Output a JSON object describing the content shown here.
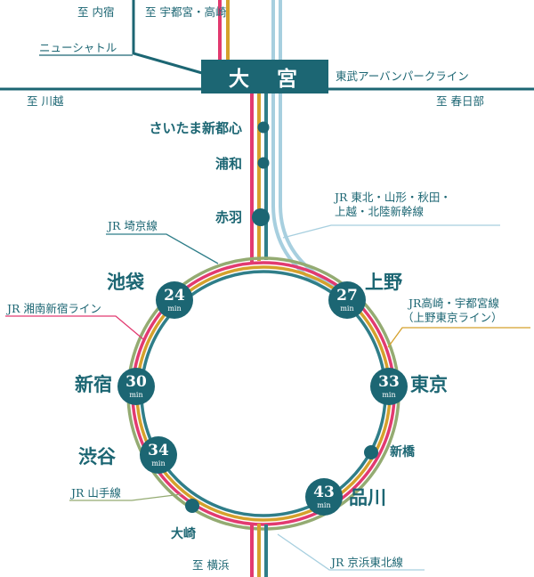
{
  "colors": {
    "teal": "#1c6673",
    "teal_line": "#2f7e89",
    "pink": "#e23a70",
    "gold": "#d5a12c",
    "green": "#94ab72",
    "light_blue": "#a7cfdf",
    "background": "#ffffff"
  },
  "header": {
    "to_uchijuku": "至 内宿",
    "to_utsunomiya_takasaki": "至 宇都宮・高崎",
    "new_shuttle": "ニューシャトル",
    "station_omiya": "大　宮",
    "tobu_urban_park_line": "東武アーバンパークライン",
    "to_kawagoe": "至 川越",
    "to_kasukabe": "至 春日部"
  },
  "trunk_stations": [
    {
      "name": "さいたま新都心"
    },
    {
      "name": "浦和"
    },
    {
      "name": "赤羽"
    }
  ],
  "line_labels": {
    "shinkansen_line1": "JR 東北・山形・秋田・",
    "shinkansen_line2": "上越・北陸新幹線",
    "saikyo": "JR 埼京線",
    "shonan_shinjuku": "JR 湘南新宿ライン",
    "takasaki_utsunomiya_line1": "JR高崎・宇都宮線",
    "takasaki_utsunomiya_line2": "（上野東京ライン）",
    "yamanote": "JR 山手線",
    "keihin_tohoku": "JR 京浜東北線"
  },
  "loop_stations": [
    {
      "name": "池袋",
      "minutes": "24",
      "unit": "min"
    },
    {
      "name": "上野",
      "minutes": "27",
      "unit": "min"
    },
    {
      "name": "新宿",
      "minutes": "30",
      "unit": "min"
    },
    {
      "name": "東京",
      "minutes": "33",
      "unit": "min"
    },
    {
      "name": "渋谷",
      "minutes": "34",
      "unit": "min"
    },
    {
      "name": "品川",
      "minutes": "43",
      "unit": "min"
    }
  ],
  "small_stations": [
    {
      "name": "新橋"
    },
    {
      "name": "大崎"
    }
  ],
  "footer": {
    "to_yokohama": "至 横浜"
  }
}
